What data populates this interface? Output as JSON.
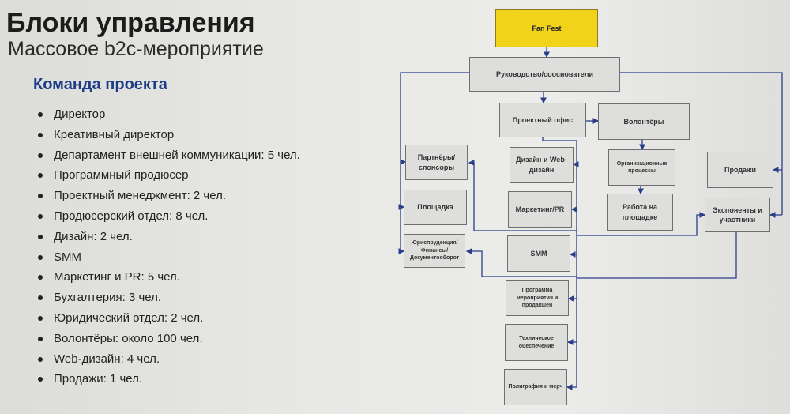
{
  "slide": {
    "title": "Блоки управления",
    "subtitle": "Массовое b2c-мероприятие",
    "team_heading": "Команда проекта",
    "team": [
      "Директор",
      "Креативный директор",
      "Департамент внешней коммуникации: 5 чел.",
      "Программный продюсер",
      "Проектный менеджмент: 2 чел.",
      "Продюсерский отдел: 8 чел.",
      "Дизайн: 2 чел.",
      "SMM",
      "Маркетинг и PR: 5 чел.",
      "Бухгалтерия: 3 чел.",
      "Юридический отдел: 2 чел.",
      "Волонтёры: около 100 чел.",
      "Web-дизайн: 4 чел.",
      "Продажи: 1 чел."
    ]
  },
  "org_chart": {
    "root": "Fan Fest",
    "leadership": "Руководство/сооснователи",
    "project_office": "Проектный офис",
    "volunteers": "Волонтёры",
    "partners": "Партнёры/ спонсоры",
    "venue": "Площадка",
    "legal": "Юриспруденция/ Финансы/ Документооборот",
    "design": "Дизайн и Web-дизайн",
    "marketing": "Маркетинг/PR",
    "smm": "SMM",
    "org_processes": "Организационные процессы",
    "onsite": "Работа на площадке",
    "sales": "Продажи",
    "exhibitors": "Экспоненты и участники",
    "program": "Программа мероприятия и продакшен",
    "tech": "Техническое обеспечение",
    "print": "Полиграфия и мерч"
  },
  "colors": {
    "accent": "#1e3c86",
    "root_box": "#f2d31b",
    "connector": "#2a3f8a"
  }
}
